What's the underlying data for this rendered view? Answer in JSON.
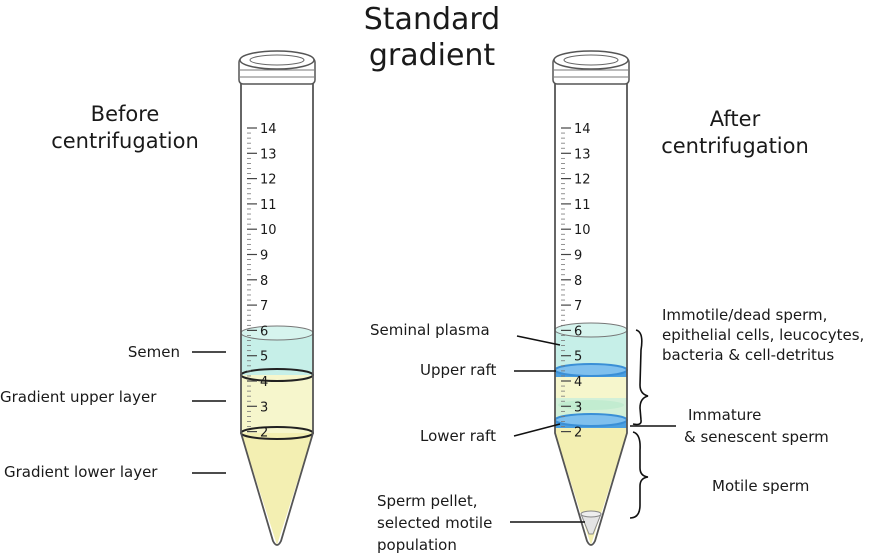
{
  "title": [
    "Standard",
    "gradient"
  ],
  "before": {
    "heading": [
      "Before",
      "centrifugation"
    ],
    "labels": {
      "semen": "Semen",
      "upper": "Gradient upper layer",
      "lower": "Gradient lower layer"
    }
  },
  "after": {
    "heading": [
      "After",
      "centrifugation"
    ],
    "labels": {
      "seminal_plasma": "Seminal plasma",
      "upper_raft": "Upper raft",
      "lower_raft": "Lower raft",
      "pellet": [
        "Sperm pellet,",
        "selected motile",
        "population"
      ],
      "immotile": [
        "Immotile/dead sperm,",
        "epithelial cells, leucocytes,",
        "bacteria & cell-detritus"
      ],
      "immature": [
        "Immature",
        "& senescent sperm"
      ],
      "motile": "Motile sperm"
    }
  },
  "scale_marks": [
    "14",
    "13",
    "12",
    "11",
    "10",
    "9",
    "8",
    "7",
    "6",
    "5",
    "4",
    "3",
    "2"
  ],
  "colors": {
    "semen": "#c6efe8",
    "gradient_upper": "#f6f6cc",
    "gradient_lower": "#f3efb2",
    "raft": "#4a9fe0",
    "tube_outline": "#555555"
  }
}
